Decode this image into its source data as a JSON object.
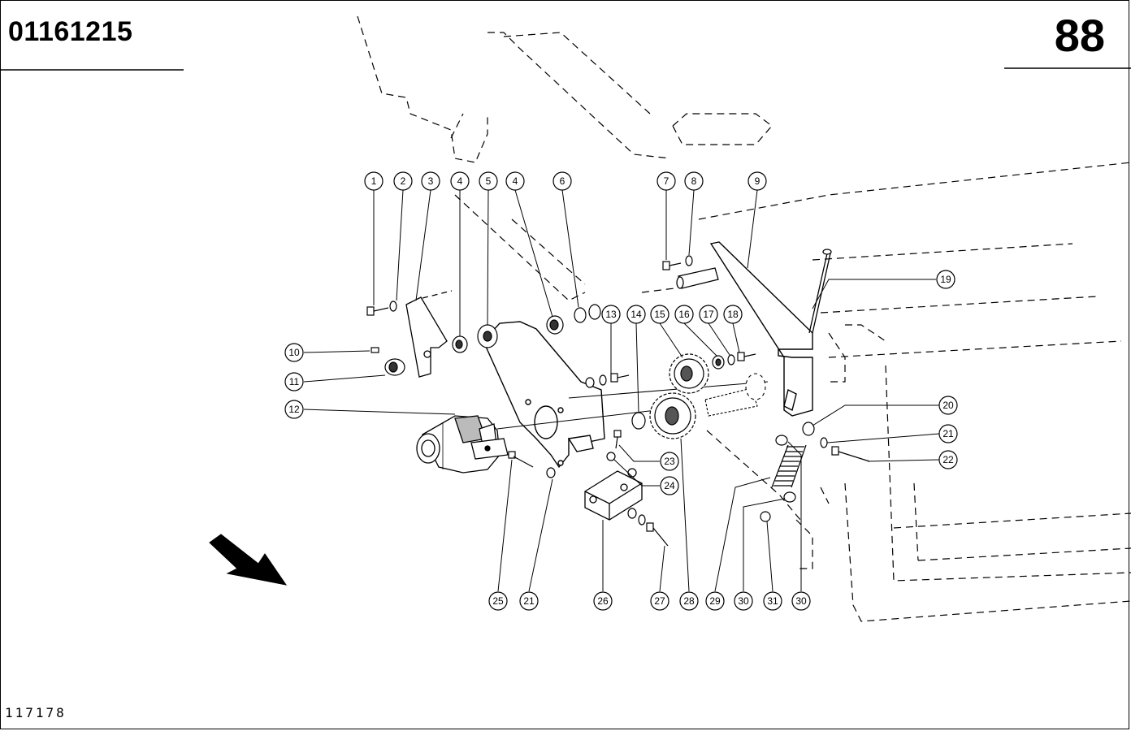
{
  "header": {
    "document_number": "01161215",
    "page_number": "88"
  },
  "footer": {
    "reference_number": "117178"
  },
  "callouts": [
    {
      "label": "1"
    },
    {
      "label": "2"
    },
    {
      "label": "3"
    },
    {
      "label": "4"
    },
    {
      "label": "5"
    },
    {
      "label": "4"
    },
    {
      "label": "6"
    },
    {
      "label": "7"
    },
    {
      "label": "8"
    },
    {
      "label": "9"
    },
    {
      "label": "19"
    },
    {
      "label": "13"
    },
    {
      "label": "14"
    },
    {
      "label": "15"
    },
    {
      "label": "16"
    },
    {
      "label": "17"
    },
    {
      "label": "18"
    },
    {
      "label": "10"
    },
    {
      "label": "11"
    },
    {
      "label": "12"
    },
    {
      "label": "20"
    },
    {
      "label": "21"
    },
    {
      "label": "22"
    },
    {
      "label": "23"
    },
    {
      "label": "24"
    },
    {
      "label": "25"
    },
    {
      "label": "21"
    },
    {
      "label": "26"
    },
    {
      "label": "27"
    },
    {
      "label": "28"
    },
    {
      "label": "29"
    },
    {
      "label": "30"
    },
    {
      "label": "31"
    },
    {
      "label": "30"
    }
  ]
}
